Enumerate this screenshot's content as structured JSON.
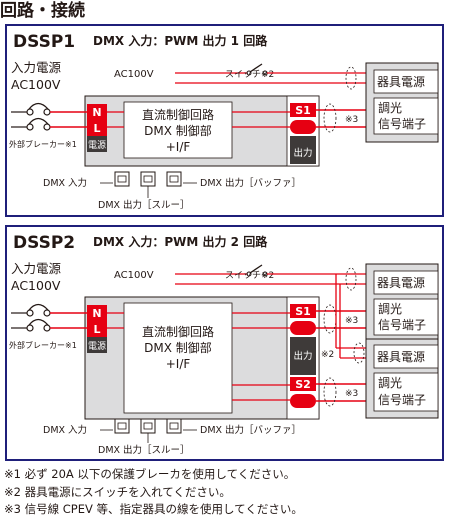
{
  "page_title": "回路・接続",
  "colors": {
    "panel_border": "#1f1f7a",
    "model_text": "#1f1f7a",
    "wire_red": "#e60012",
    "unit_body": "#dcdcdd",
    "terminal_block": "#3e3a39",
    "terminal_red": "#e60012",
    "dashed_loop": "#231815"
  },
  "panels": [
    {
      "model": "DSSP1",
      "subtitle": "DMX 入力：PWM 出力 1 回路",
      "power_label_1": "入力電源",
      "power_label_2": "AC100V",
      "ac_label": "AC100V",
      "switch_label": "スイッチ※2",
      "breaker_label": "外部ブレーカー※1",
      "terminal_n": "N",
      "terminal_l": "L",
      "power_terminal_label": "電源",
      "output_label": "出力",
      "control_lines": [
        "直流制御回路",
        "DMX 制御部",
        "+I/F"
      ],
      "outputs": [
        {
          "terminal": "S1",
          "note3": "※3",
          "device_power": "器具電源",
          "signal_1": "調光",
          "signal_2": "信号端子"
        }
      ],
      "dmx_in": "DMX 入力",
      "dmx_buffer": "DMX 出力［バッファ］",
      "dmx_thru": "DMX 出力［スルー］"
    },
    {
      "model": "DSSP2",
      "subtitle": "DMX 入力：PWM 出力 2 回路",
      "power_label_1": "入力電源",
      "power_label_2": "AC100V",
      "ac_label": "AC100V",
      "switch_label": "スイッチ※2",
      "breaker_label": "外部ブレーカー※1",
      "terminal_n": "N",
      "terminal_l": "L",
      "power_terminal_label": "電源",
      "output_label": "出力",
      "control_lines": [
        "直流制御回路",
        "DMX 制御部",
        "+I/F"
      ],
      "outputs": [
        {
          "terminal": "S1",
          "note3": "※3",
          "device_power": "器具電源",
          "signal_1": "調光",
          "signal_2": "信号端子"
        },
        {
          "terminal": "S2",
          "note2": "※2",
          "note3": "※3",
          "device_power": "器具電源",
          "signal_1": "調光",
          "signal_2": "信号端子"
        }
      ],
      "dmx_in": "DMX 入力",
      "dmx_buffer": "DMX 出力［バッファ］",
      "dmx_thru": "DMX 出力［スルー］"
    }
  ],
  "notes": [
    "※1 必ず 20A 以下の保護ブレーカを使用してください。",
    "※2 器具電源にスイッチを入れてください。",
    "※3 信号線 CPEV 等、指定器具の線を使用してください。"
  ]
}
